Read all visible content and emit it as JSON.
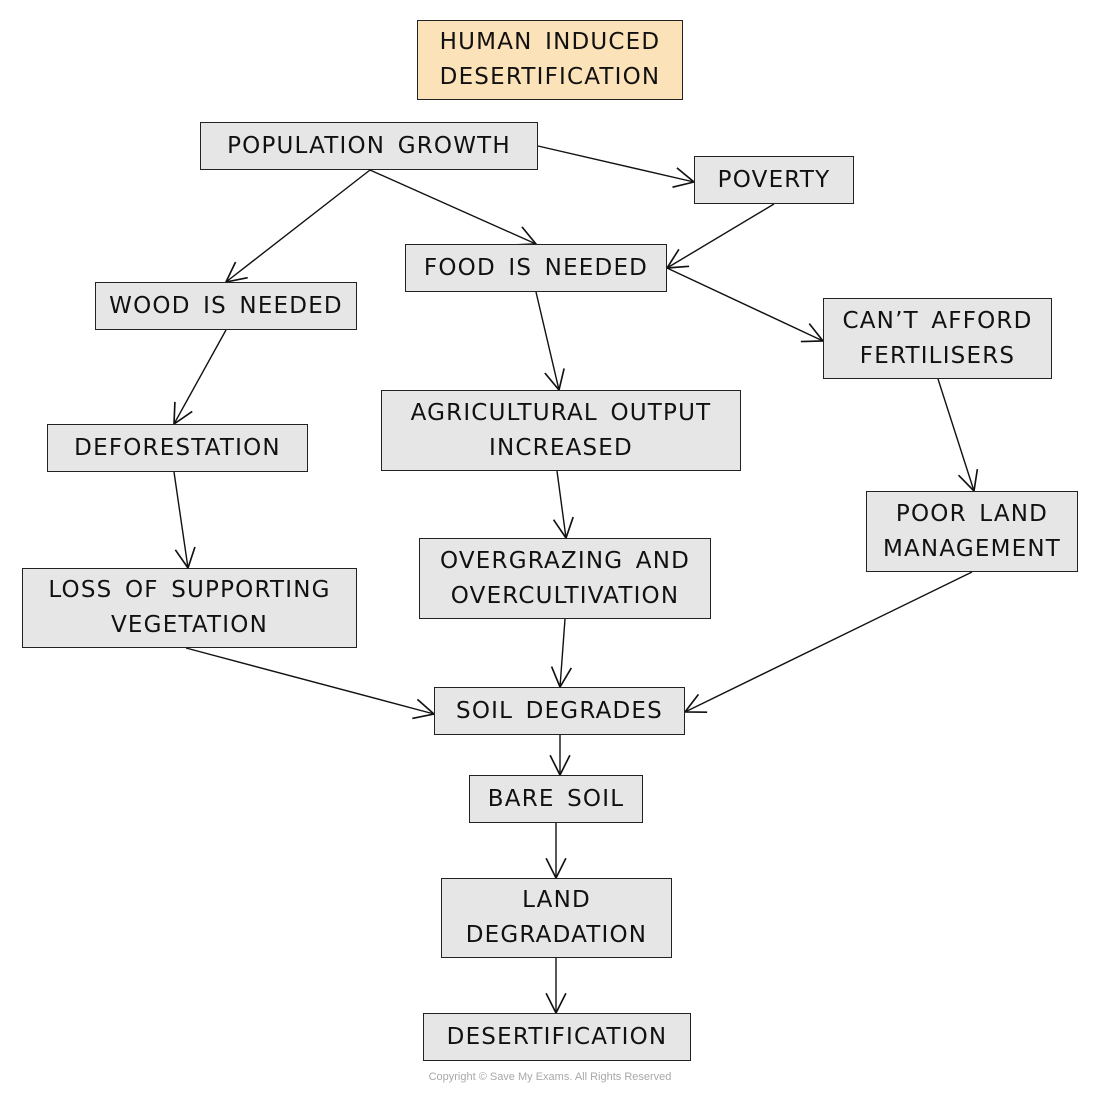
{
  "diagram": {
    "title": "HUMAN INDUCED\nDESERTIFICATION",
    "nodes": {
      "population": "POPULATION GROWTH",
      "poverty": "POVERTY",
      "food": "FOOD IS NEEDED",
      "wood": "WOOD IS NEEDED",
      "fertilisers": "CAN’T AFFORD\nFERTILISERS",
      "deforestation": "DEFORESTATION",
      "agri": "AGRICULTURAL OUTPUT\nINCREASED",
      "poorland": "POOR LAND\nMANAGEMENT",
      "loss": "LOSS OF SUPPORTING\nVEGETATION",
      "overgrazing": "OVERGRAZING AND\nOVERCULTIVATION",
      "soil": "SOIL DEGRADES",
      "bare": "BARE SOIL",
      "land": "LAND\nDEGRADATION",
      "desertification": "DESERTIFICATION"
    },
    "edges": [
      [
        "population",
        "wood"
      ],
      [
        "population",
        "food"
      ],
      [
        "population",
        "poverty"
      ],
      [
        "poverty",
        "food"
      ],
      [
        "food",
        "fertilisers"
      ],
      [
        "food",
        "agri"
      ],
      [
        "wood",
        "deforestation"
      ],
      [
        "deforestation",
        "loss"
      ],
      [
        "fertilisers",
        "poorland"
      ],
      [
        "agri",
        "overgrazing"
      ],
      [
        "overgrazing",
        "soil"
      ],
      [
        "loss",
        "soil"
      ],
      [
        "poorland",
        "soil"
      ],
      [
        "soil",
        "bare"
      ],
      [
        "bare",
        "land"
      ],
      [
        "land",
        "desertification"
      ]
    ],
    "colors": {
      "title_fill": "#fce2b8",
      "box_fill": "#e6e6e6",
      "stroke": "#222222"
    }
  },
  "watermark": "SaveMy",
  "copyright": "Copyright © Save My Exams. All Rights Reserved"
}
